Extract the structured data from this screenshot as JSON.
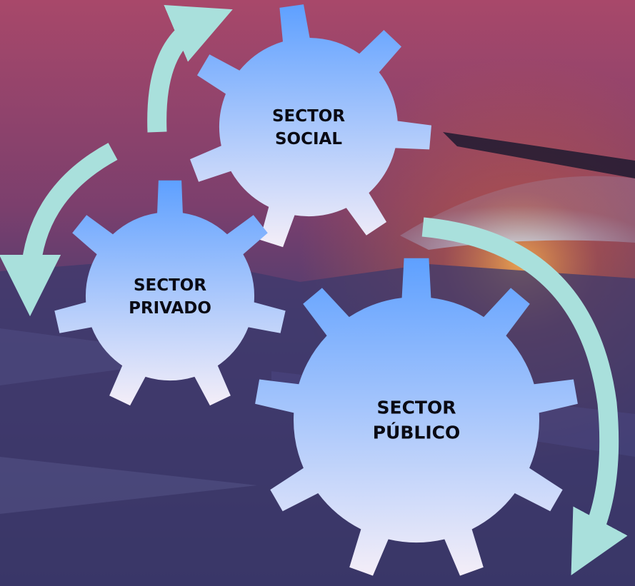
{
  "gears": [
    {
      "id": "social",
      "line1": "SECTOR",
      "line2": "SOCIAL"
    },
    {
      "id": "privado",
      "line1": "SECTOR",
      "line2": "PRIVADO"
    },
    {
      "id": "publico",
      "line1": "SECTOR",
      "line2": "PÚBLICO"
    }
  ],
  "colors": {
    "gear_top": "#5ea0ff",
    "gear_bottom": "#f4eef8",
    "arrow": "#a9e0dc",
    "sky_top": "#a44866",
    "sky_mid": "#7a3f6e",
    "ground": "#3b3768"
  }
}
